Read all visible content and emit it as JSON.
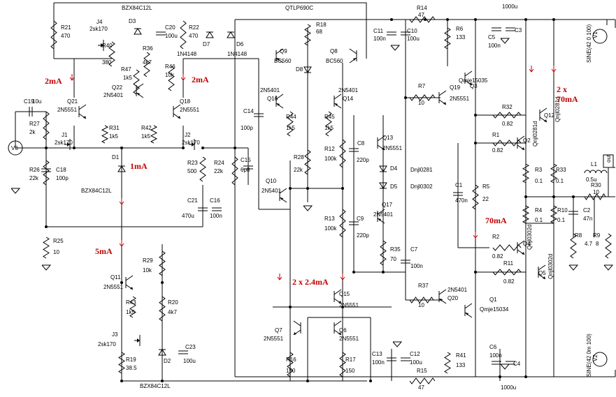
{
  "schematic": {
    "labels": [
      {
        "id": "bzx84c12l-top",
        "text": "BZX84C12L"
      },
      {
        "id": "qtlp690c",
        "text": "QTLP690C"
      },
      {
        "id": "r14",
        "text": "R14"
      },
      {
        "id": "r14v",
        "text": "47"
      },
      {
        "id": "c-1000u-top",
        "text": "1000u"
      },
      {
        "id": "r21",
        "text": "R21"
      },
      {
        "id": "r21v",
        "text": "470"
      },
      {
        "id": "j4",
        "text": "J4"
      },
      {
        "id": "j4t",
        "text": "2sk170"
      },
      {
        "id": "d3",
        "text": "D3"
      },
      {
        "id": "c20",
        "text": "C20"
      },
      {
        "id": "c20v",
        "text": "100u"
      },
      {
        "id": "r22",
        "text": "R22"
      },
      {
        "id": "r22v",
        "text": "470"
      },
      {
        "id": "r18",
        "text": "R18"
      },
      {
        "id": "r18v",
        "text": "68"
      },
      {
        "id": "c11",
        "text": "C11"
      },
      {
        "id": "c11v",
        "text": "100n"
      },
      {
        "id": "c10",
        "text": "C10"
      },
      {
        "id": "c10v",
        "text": "100u"
      },
      {
        "id": "r6",
        "text": "R6"
      },
      {
        "id": "r6v",
        "text": "133"
      },
      {
        "id": "c5",
        "text": "C5"
      },
      {
        "id": "c5v",
        "text": "100n"
      },
      {
        "id": "c3",
        "text": "C3"
      },
      {
        "id": "v1",
        "text": "V1"
      },
      {
        "id": "sine-top",
        "text": "SINE(42 0 100)"
      },
      {
        "id": "r40",
        "text": "R40"
      },
      {
        "id": "r40v",
        "text": "380"
      },
      {
        "id": "r36",
        "text": "R36"
      },
      {
        "id": "r36v",
        "text": "4k7"
      },
      {
        "id": "r46",
        "text": "R46"
      },
      {
        "id": "r46v",
        "text": "10k"
      },
      {
        "id": "d7",
        "text": "D7"
      },
      {
        "id": "d6",
        "text": "D6"
      },
      {
        "id": "1n4148a",
        "text": "1N4148"
      },
      {
        "id": "1n4148b",
        "text": "1N4148"
      },
      {
        "id": "q9",
        "text": "Q9"
      },
      {
        "id": "q9t",
        "text": "BC560"
      },
      {
        "id": "q8",
        "text": "Q8"
      },
      {
        "id": "q8t",
        "text": "BC560"
      },
      {
        "id": "d8",
        "text": "D8"
      },
      {
        "id": "r47",
        "text": "R47"
      },
      {
        "id": "r47v",
        "text": "1k5"
      },
      {
        "id": "q22",
        "text": "Q22"
      },
      {
        "id": "q22t",
        "text": "2N5401"
      },
      {
        "id": "r7",
        "text": "R7"
      },
      {
        "id": "r7v",
        "text": "10"
      },
      {
        "id": "q19",
        "text": "Q19"
      },
      {
        "id": "q19t",
        "text": "2N5551"
      },
      {
        "id": "q3",
        "text": "Q3"
      },
      {
        "id": "q3t",
        "text": "Qmje15035"
      },
      {
        "id": "q21",
        "text": "Q21"
      },
      {
        "id": "q21t",
        "text": "2N5551"
      },
      {
        "id": "q18",
        "text": "Q18"
      },
      {
        "id": "q18t",
        "text": "2N5551"
      },
      {
        "id": "q16",
        "text": "Q16"
      },
      {
        "id": "q16t",
        "text": "2N5401"
      },
      {
        "id": "q14",
        "text": "Q14"
      },
      {
        "id": "q14t",
        "text": "2N5401"
      },
      {
        "id": "c19",
        "text": "C19"
      },
      {
        "id": "c19v",
        "text": "10u"
      },
      {
        "id": "r27",
        "text": "R27"
      },
      {
        "id": "r27v",
        "text": "2k"
      },
      {
        "id": "r31",
        "text": "R31"
      },
      {
        "id": "r31v",
        "text": "1k5"
      },
      {
        "id": "r42",
        "text": "R42"
      },
      {
        "id": "r42v",
        "text": "1k5"
      },
      {
        "id": "c14",
        "text": "C14"
      },
      {
        "id": "c14v",
        "text": "100p"
      },
      {
        "id": "r44",
        "text": "R44"
      },
      {
        "id": "r44v",
        "text": "1k5"
      },
      {
        "id": "r45",
        "text": "R45"
      },
      {
        "id": "r45v",
        "text": "1k5"
      },
      {
        "id": "r32",
        "text": "R32"
      },
      {
        "id": "r32v",
        "text": "0.82"
      },
      {
        "id": "q12",
        "text": "Q12"
      },
      {
        "id": "q12t",
        "text": "Qnjl0281d"
      },
      {
        "id": "v6",
        "text": "V6"
      },
      {
        "id": "j1",
        "text": "J1"
      },
      {
        "id": "j1t",
        "text": "2sk170"
      },
      {
        "id": "j2",
        "text": "J2"
      },
      {
        "id": "j2t",
        "text": "2sk170"
      },
      {
        "id": "q13",
        "text": "Q13"
      },
      {
        "id": "q13t",
        "text": "2N5551"
      },
      {
        "id": "c8",
        "text": "C8"
      },
      {
        "id": "c8v",
        "text": "220p"
      },
      {
        "id": "r1",
        "text": "R1"
      },
      {
        "id": "r1v",
        "text": "0.82"
      },
      {
        "id": "q2",
        "text": "Q2"
      },
      {
        "id": "q2t",
        "text": "Qnjl0281d"
      },
      {
        "id": "r26",
        "text": "R26"
      },
      {
        "id": "r26v",
        "text": "22k"
      },
      {
        "id": "c18",
        "text": "C18"
      },
      {
        "id": "c18v",
        "text": "100p"
      },
      {
        "id": "d1",
        "text": "D1"
      },
      {
        "id": "r23",
        "text": "R23"
      },
      {
        "id": "r23v",
        "text": "500"
      },
      {
        "id": "r24",
        "text": "R24"
      },
      {
        "id": "r24v",
        "text": "22k"
      },
      {
        "id": "c15",
        "text": "C15"
      },
      {
        "id": "c15v",
        "text": "6p8"
      },
      {
        "id": "r12",
        "text": "R12"
      },
      {
        "id": "r12v",
        "text": "100k"
      },
      {
        "id": "r28",
        "text": "R28"
      },
      {
        "id": "r28v",
        "text": "22k"
      },
      {
        "id": "d4",
        "text": "D4"
      },
      {
        "id": "d5",
        "text": "D5"
      },
      {
        "id": "dnjl0281",
        "text": "Dnjl0281"
      },
      {
        "id": "dnjl0302",
        "text": "Dnjl0302"
      },
      {
        "id": "r3",
        "text": "R3"
      },
      {
        "id": "r3v",
        "text": "0.1"
      },
      {
        "id": "r33",
        "text": "R33"
      },
      {
        "id": "r33v",
        "text": "0.1"
      },
      {
        "id": "l1",
        "text": "L1"
      },
      {
        "id": "l1v",
        "text": "0.5u"
      },
      {
        "id": "out",
        "text": "out"
      },
      {
        "id": "bzx84c12l-mid",
        "text": "BZX84C12L"
      },
      {
        "id": "q10",
        "text": "Q10"
      },
      {
        "id": "q10t",
        "text": "2N5401"
      },
      {
        "id": "c21",
        "text": "C21"
      },
      {
        "id": "c21v",
        "text": "470u"
      },
      {
        "id": "c16",
        "text": "C16"
      },
      {
        "id": "c16v",
        "text": "100n"
      },
      {
        "id": "c1",
        "text": "C1"
      },
      {
        "id": "c1v",
        "text": "470n"
      },
      {
        "id": "r5",
        "text": "R5"
      },
      {
        "id": "r5v",
        "text": "22"
      },
      {
        "id": "r30",
        "text": "R30"
      },
      {
        "id": "r30v",
        "text": "10"
      },
      {
        "id": "q17",
        "text": "Q17"
      },
      {
        "id": "q17t",
        "text": "2N5401"
      },
      {
        "id": "c2",
        "text": "C2"
      },
      {
        "id": "c2v",
        "text": "47n"
      },
      {
        "id": "r4",
        "text": "R4"
      },
      {
        "id": "r4v",
        "text": "0.1"
      },
      {
        "id": "r10",
        "text": "R10"
      },
      {
        "id": "r10v",
        "text": "0.1"
      },
      {
        "id": "r13",
        "text": "R13"
      },
      {
        "id": "r13v",
        "text": "100k"
      },
      {
        "id": "c9",
        "text": "C9"
      },
      {
        "id": "c9v",
        "text": "220p"
      },
      {
        "id": "r8",
        "text": "R8"
      },
      {
        "id": "r8v",
        "text": "4.7"
      },
      {
        "id": "r9",
        "text": "R9"
      },
      {
        "id": "r9v",
        "text": "8"
      },
      {
        "id": "r25",
        "text": "R25"
      },
      {
        "id": "r25v",
        "text": "10"
      },
      {
        "id": "r2",
        "text": "R2"
      },
      {
        "id": "r2v",
        "text": "0.82"
      },
      {
        "id": "q4",
        "text": "Q4"
      },
      {
        "id": "q4t",
        "text": "Qnjl0302d"
      },
      {
        "id": "r29",
        "text": "R29"
      },
      {
        "id": "r29v",
        "text": "10k"
      },
      {
        "id": "r35",
        "text": "R35"
      },
      {
        "id": "r35v",
        "text": "70"
      },
      {
        "id": "c7",
        "text": "C7"
      },
      {
        "id": "c7v",
        "text": "100n"
      },
      {
        "id": "q11",
        "text": "Q11"
      },
      {
        "id": "q11t",
        "text": "2N5551"
      },
      {
        "id": "r11",
        "text": "R11"
      },
      {
        "id": "r11v",
        "text": "0.82"
      },
      {
        "id": "q5",
        "text": "Q5"
      },
      {
        "id": "q5t",
        "text": "Qnjl0302d"
      },
      {
        "id": "r43",
        "text": "R43"
      },
      {
        "id": "r43v",
        "text": "1k5"
      },
      {
        "id": "r20",
        "text": "R20"
      },
      {
        "id": "r20v",
        "text": "4k7"
      },
      {
        "id": "q15",
        "text": "Q15"
      },
      {
        "id": "q15t",
        "text": "2N5551"
      },
      {
        "id": "r37",
        "text": "R37"
      },
      {
        "id": "r37v",
        "text": "10"
      },
      {
        "id": "q20",
        "text": "Q20"
      },
      {
        "id": "q20t",
        "text": "2N5401"
      },
      {
        "id": "q1",
        "text": "Q1"
      },
      {
        "id": "q1t",
        "text": "Qmje15034"
      },
      {
        "id": "q7",
        "text": "Q7"
      },
      {
        "id": "q7t",
        "text": "2N5551"
      },
      {
        "id": "q6",
        "text": "Q6"
      },
      {
        "id": "q6t",
        "text": "2N5551"
      },
      {
        "id": "j3",
        "text": "J3"
      },
      {
        "id": "j3t",
        "text": "2sk170"
      },
      {
        "id": "c23",
        "text": "C23"
      },
      {
        "id": "c23v",
        "text": "100u"
      },
      {
        "id": "r19",
        "text": "R19"
      },
      {
        "id": "r19v",
        "text": "38.5"
      },
      {
        "id": "d2",
        "text": "D2"
      },
      {
        "id": "r16",
        "text": "R16"
      },
      {
        "id": "r16v",
        "text": "150"
      },
      {
        "id": "r17",
        "text": "R17"
      },
      {
        "id": "r17v",
        "text": "150"
      },
      {
        "id": "c13",
        "text": "C13"
      },
      {
        "id": "c13v",
        "text": "100n"
      },
      {
        "id": "c12",
        "text": "C12"
      },
      {
        "id": "c12v",
        "text": "100u"
      },
      {
        "id": "c6",
        "text": "C6"
      },
      {
        "id": "c6v",
        "text": "100n"
      },
      {
        "id": "c4",
        "text": "C4"
      },
      {
        "id": "r41",
        "text": "R41"
      },
      {
        "id": "r41v",
        "text": "133"
      },
      {
        "id": "v2",
        "text": "V2"
      },
      {
        "id": "sine-bot",
        "text": "SINE(42 0m 100)"
      },
      {
        "id": "bzx84c12l-bot",
        "text": "BZX84C12L"
      },
      {
        "id": "r15",
        "text": "R15"
      },
      {
        "id": "r15v",
        "text": "47"
      },
      {
        "id": "c-1000u-bot",
        "text": "1000u"
      }
    ],
    "annotations": [
      {
        "id": "ann-2ma-left",
        "text": "2mA"
      },
      {
        "id": "ann-2ma-right",
        "text": "2mA"
      },
      {
        "id": "ann-2x70ma",
        "text": "2 x\n70mA"
      },
      {
        "id": "ann-1ma",
        "text": "1mA"
      },
      {
        "id": "ann-70ma",
        "text": "70mA"
      },
      {
        "id": "ann-5ma",
        "text": "5mA"
      },
      {
        "id": "ann-2x2-4ma",
        "text": "2 x 2.4mA"
      }
    ],
    "colors": {
      "wire": "#000000",
      "annotation": "#c00000",
      "background": "#ffffff"
    }
  }
}
